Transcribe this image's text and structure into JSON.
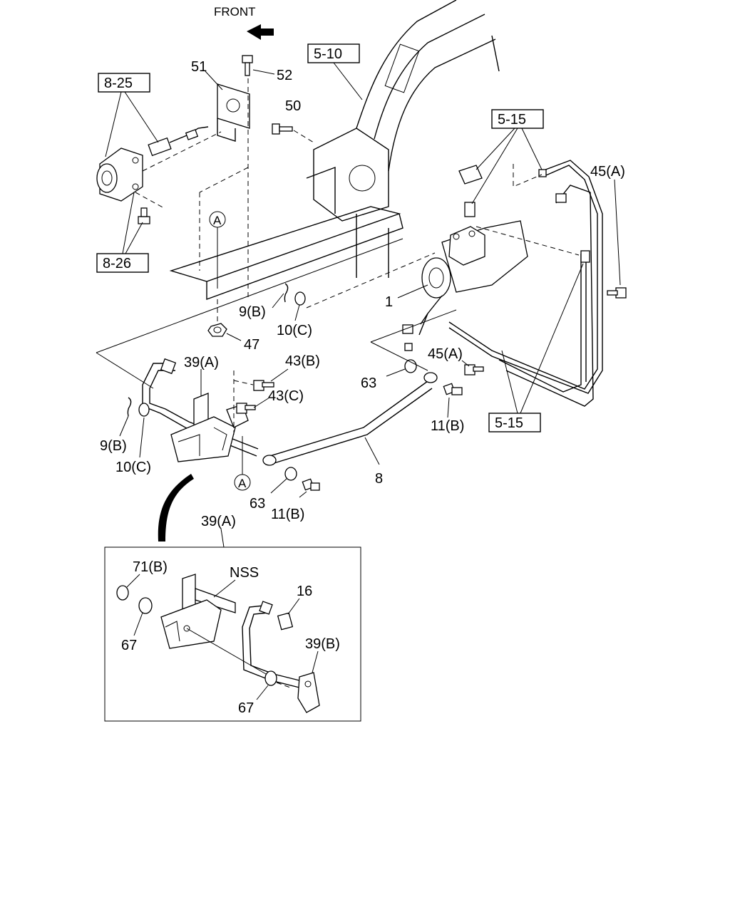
{
  "front_label": "FRONT",
  "refs": {
    "r_5_10": "5-10",
    "r_8_25": "8-25",
    "r_8_26": "8-26",
    "r_5_15_top": "5-15",
    "r_5_15_bottom": "5-15"
  },
  "markers": {
    "a_top": "A",
    "a_bottom": "A"
  },
  "callouts": {
    "c51": "51",
    "c52": "52",
    "c50": "50",
    "c45a_top": "45(A)",
    "c1": "1",
    "c9b_top": "9(B)",
    "c10c_top": "10(C)",
    "c47": "47",
    "c39a": "39(A)",
    "c43b": "43(B)",
    "c43c": "43(C)",
    "c45a_mid": "45(A)",
    "c63_top": "63",
    "c11b_top": "11(B)",
    "c9b_left": "9(B)",
    "c10c_left": "10(C)",
    "c8": "8",
    "c63_bottom": "63",
    "c11b_bottom": "11(B)"
  },
  "inset": {
    "title": "39(A)",
    "c71b": "71(B)",
    "nss": "NSS",
    "c16": "16",
    "c67_left": "67",
    "c39b": "39(B)",
    "c67_bottom": "67"
  }
}
